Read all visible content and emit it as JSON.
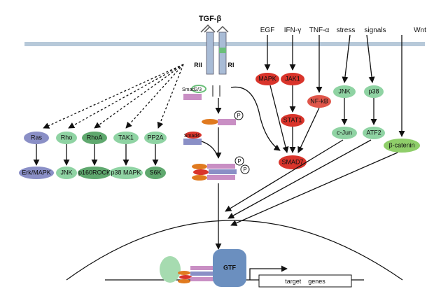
{
  "ligands": {
    "tgf": "TGF-β",
    "egf": "EGF",
    "ifn": "IFN-γ",
    "tnf": "TNF-α",
    "stress": "stress",
    "signals": "signals",
    "wnt": "Wnt"
  },
  "receptors": {
    "r2": "RII",
    "r1": "RI"
  },
  "smads": {
    "smad23": "Smad2/3",
    "smad4": "Smad4",
    "phospho": "P"
  },
  "non_smad": {
    "row1": [
      "Ras",
      "Rho",
      "RhoA",
      "TAK1",
      "PP2A"
    ],
    "row2": [
      "Erk/MAPK",
      "JNK",
      "p160ROCK",
      "p38 MAPK",
      "S6K"
    ]
  },
  "pathways": {
    "mapk": "MAPK",
    "jak1": "JAK1",
    "stat1": "STAT1",
    "nfkb": "NF-kB",
    "smad7": "SMAD7",
    "jnk": "JNK",
    "p38": "p38",
    "cjun": "c-Jun",
    "atf2": "ATF2",
    "bcatenin": "β-catenin"
  },
  "nucleus": {
    "gtf": "GTF",
    "target_genes": "target    genes"
  },
  "colors": {
    "membrane": "#b7c9d9",
    "green": "#8fd3a3",
    "red": "#d9342b",
    "blue_purple": "#8a8fc6",
    "gtf": "#6b8fbf",
    "nucleus_green": "#a6dbb0"
  }
}
